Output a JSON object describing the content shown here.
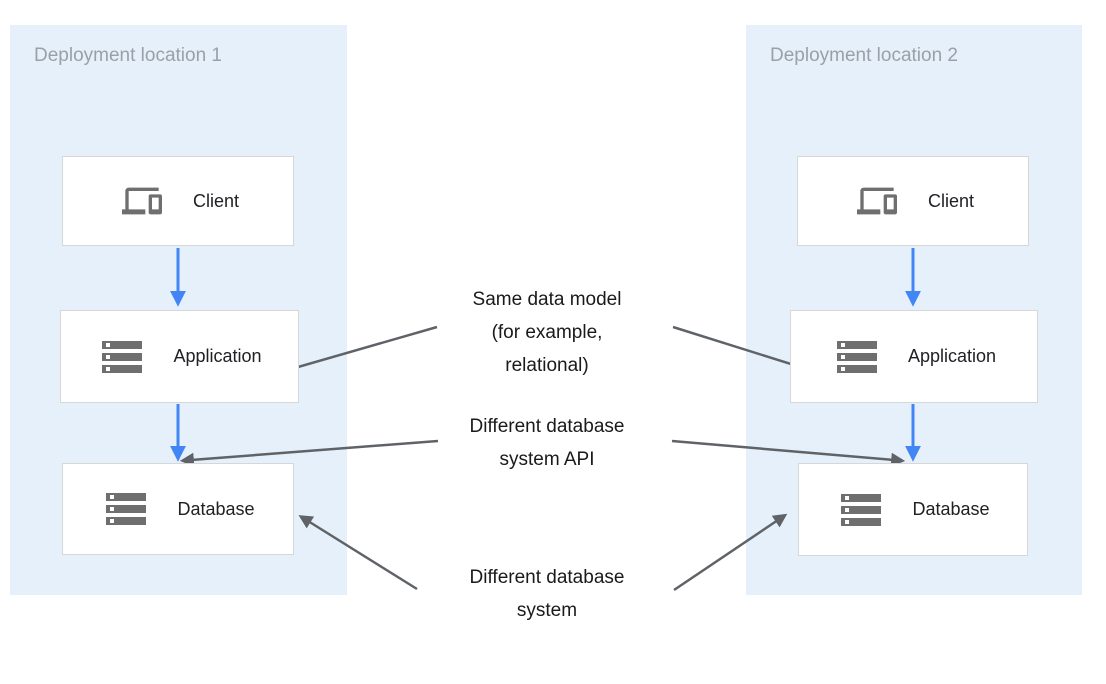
{
  "panels": [
    {
      "title": "Deployment location 1",
      "nodes": [
        {
          "label": "Client",
          "icon": "devices-icon"
        },
        {
          "label": "Application",
          "icon": "stack-icon"
        },
        {
          "label": "Database",
          "icon": "stack-icon"
        }
      ]
    },
    {
      "title": "Deployment location 2",
      "nodes": [
        {
          "label": "Client",
          "icon": "devices-icon"
        },
        {
          "label": "Application",
          "icon": "stack-icon"
        },
        {
          "label": "Database",
          "icon": "stack-icon"
        }
      ]
    }
  ],
  "annotations": [
    {
      "lines": [
        "Same data model",
        "(for example,",
        "relational)"
      ]
    },
    {
      "lines": [
        "Different database",
        "system API"
      ]
    },
    {
      "lines": [
        "Different database",
        "system"
      ]
    }
  ],
  "colors": {
    "panel_bg": "#e6f0fa",
    "panel_title": "#9aa0a6",
    "box_border": "#d7d7d7",
    "box_label": "#202124",
    "icon_gray": "#6f6f6f",
    "flow_arrow_blue": "#4285f4",
    "annotation_arrow_gray": "#5f6368",
    "annotation_text": "#1a1a1a"
  }
}
